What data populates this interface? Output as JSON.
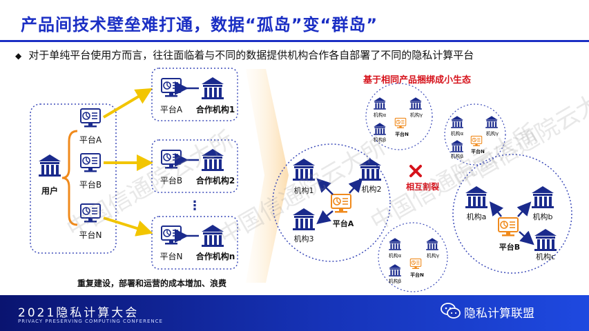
{
  "slide": {
    "title": "产品间技术壁垒难打通，数据“孤岛”变“群岛”",
    "subtitle": "对于单纯平台使用方而言，往往面临着与不同的数据提供机构合作各自部署了不同的隐私计算平台",
    "bullet_symbol": "◆"
  },
  "left_panel": {
    "user_label": "用户",
    "platforms": [
      "平台A",
      "平台B",
      "平台N"
    ],
    "pairs": [
      {
        "platform": "平台A",
        "institution": "合作机构1"
      },
      {
        "platform": "平台B",
        "institution": "合作机构2"
      },
      {
        "platform": "平台N",
        "institution": "合作机构n"
      }
    ],
    "ellipsis": "⋮",
    "caption": "重复建设，部署和运营的成本增加、浪费"
  },
  "right_panel": {
    "heading": "基于相同产品捆绑成小生态",
    "split_label": "相互割裂",
    "split_icon": "x-mark-icon",
    "large_ecosystem_a": {
      "platform": "平台A",
      "institutions": [
        "机构1",
        "机构2",
        "机构3"
      ]
    },
    "large_ecosystem_b": {
      "platform": "平台B",
      "institutions": [
        "机构a",
        "机构b",
        "机构c"
      ]
    },
    "small_ecosystem": {
      "platform": "平台N",
      "institutions": [
        "机构α",
        "机构γ",
        "机构β"
      ]
    }
  },
  "footer": {
    "title": "2021隐私计算大会",
    "subtitle": "PRIVACY PRESERVING COMPUTING CONFERENCE",
    "brand": "隐私计算联盟",
    "brand_icon": "wechat-icon"
  },
  "watermark": "中国信通院云大所",
  "colors": {
    "title_blue": "#1b2fc4",
    "dark_blue": "#1a2a8c",
    "accent_orange": "#f08a1c",
    "arrow_yellow": "#f2c500",
    "split_red": "#d6121b",
    "dotted_border": "#3a49b8"
  }
}
